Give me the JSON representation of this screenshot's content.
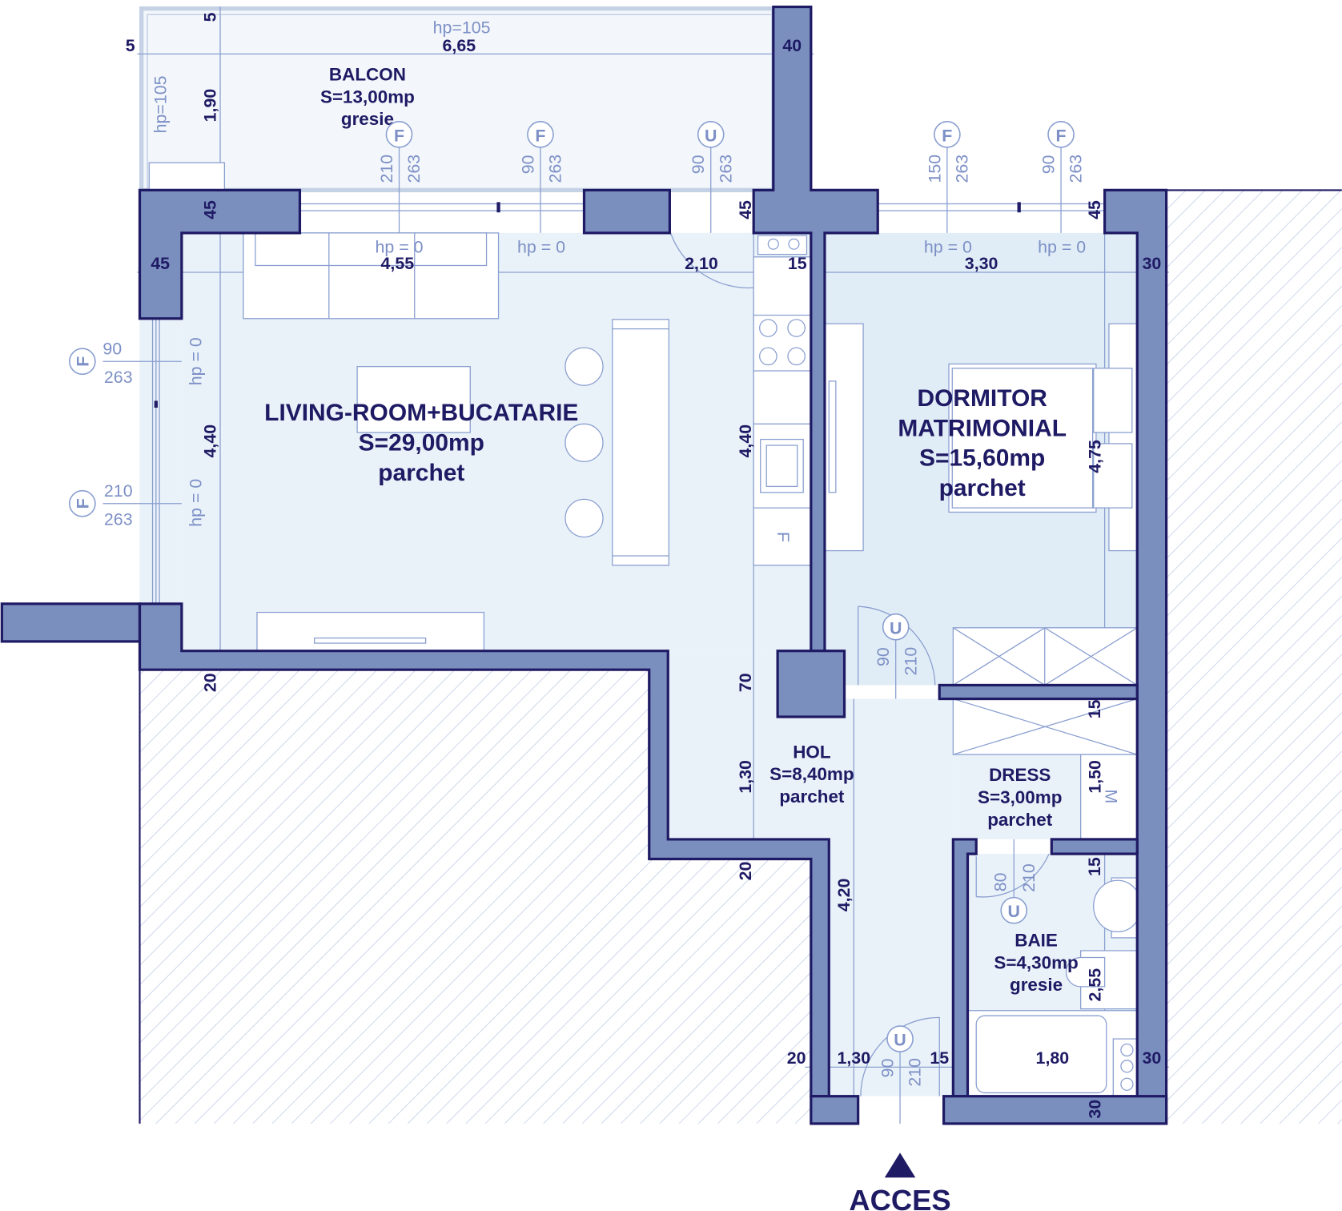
{
  "colors": {
    "ink": "#1e1a64",
    "wall_fill": "#7b8fbf",
    "room_fill": "#eaf2f9",
    "balcony_fill": "#f3f7fb",
    "line": "#8a9fd0",
    "secondary_text": "#7d90c6",
    "hatch": "#b9c7e2"
  },
  "rooms": {
    "balcon": {
      "name": "BALCON",
      "area": "S=13,00mp",
      "floor": "gresie"
    },
    "living": {
      "name": "LIVING-ROOM+BUCATARIE",
      "area": "S=29,00mp",
      "floor": "parchet"
    },
    "dormitor": {
      "name_line1": "DORMITOR",
      "name_line2": "MATRIMONIAL",
      "area": "S=15,60mp",
      "floor": "parchet"
    },
    "hol": {
      "name": "HOL",
      "area": "S=8,40mp",
      "floor": "parchet"
    },
    "dress": {
      "name": "DRESS",
      "area": "S=3,00mp",
      "floor": "parchet"
    },
    "baie": {
      "name": "BAIE",
      "area": "S=4,30mp",
      "floor": "gresie"
    }
  },
  "dimensions": [
    "5",
    "5",
    "6,65",
    "40",
    "1,90",
    "45",
    "45",
    "4,55",
    "2,10",
    "45",
    "15",
    "3,30",
    "45",
    "30",
    "4,40",
    "4,40",
    "4,75",
    "20",
    "70",
    "1,30",
    "15",
    "1,50",
    "20",
    "15",
    "4,20",
    "2,55",
    "20",
    "1,30",
    "15",
    "1,80",
    "30",
    "30"
  ],
  "sill_heights": [
    "hp=105",
    "hp=105",
    "hp =  0",
    "hp =  0",
    "hp =  0",
    "hp =  0",
    "hp = 0",
    "hp = 0"
  ],
  "openings": [
    {
      "type": "F",
      "width": "210",
      "height": "263"
    },
    {
      "type": "F",
      "width": "90",
      "height": "263"
    },
    {
      "type": "U",
      "width": "90",
      "height": "263"
    },
    {
      "type": "F",
      "width": "150",
      "height": "263"
    },
    {
      "type": "F",
      "width": "90",
      "height": "263"
    },
    {
      "type": "F",
      "width": "90",
      "height": "263"
    },
    {
      "type": "F",
      "width": "210",
      "height": "263"
    },
    {
      "type": "U",
      "width": "90",
      "height": "210"
    },
    {
      "type": "U",
      "width": "80",
      "height": "210"
    },
    {
      "type": "U",
      "width": "90",
      "height": "210"
    }
  ],
  "appliance_label": "F",
  "wardrobe_label": "M",
  "access": {
    "label": "ACCES",
    "icon": "triangle-up-icon"
  }
}
